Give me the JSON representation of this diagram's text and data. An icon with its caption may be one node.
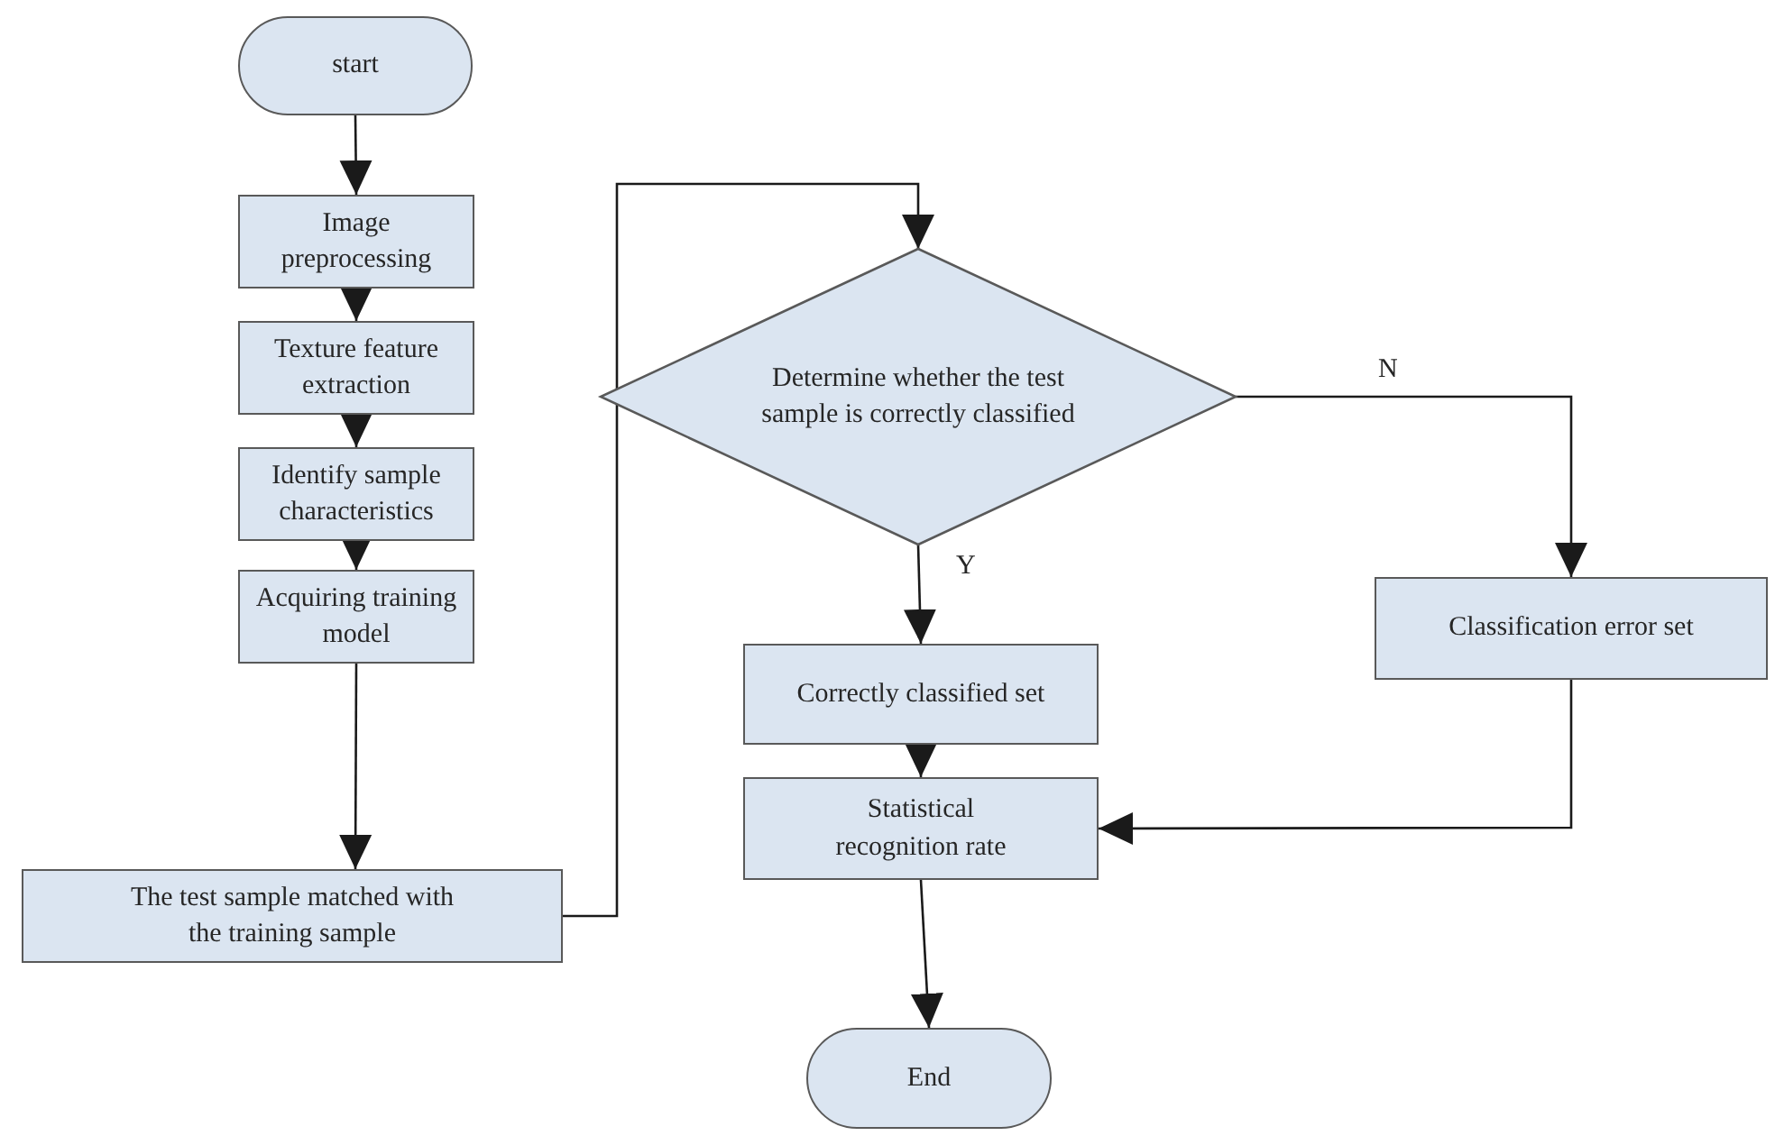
{
  "diagram": {
    "nodes": [
      {
        "text": [
          "start"
        ]
      },
      {
        "text": [
          "Image preprocessing"
        ]
      },
      {
        "text": [
          "Texture feature extraction"
        ]
      },
      {
        "text": [
          "Identify sample characteristics"
        ]
      },
      {
        "text": [
          "Acquiring training model"
        ]
      },
      {
        "text": [
          "The test sample matched with the training sample"
        ]
      },
      {
        "text": [
          "Determine whether the test sample is correctly classified"
        ]
      },
      {
        "text": [
          "Correctly classified set"
        ]
      },
      {
        "text": [
          "Classification error set"
        ]
      },
      {
        "text": [
          "Statistical recognition rate"
        ]
      },
      {
        "text": [
          "End"
        ]
      }
    ],
    "edges": [
      {
        "from": 0,
        "to": 1,
        "arrow": "to"
      },
      {
        "from": 1,
        "to": 2,
        "arrow": "to"
      },
      {
        "from": 2,
        "to": 3,
        "arrow": "to"
      },
      {
        "from": 3,
        "to": 4,
        "arrow": "to"
      },
      {
        "from": 4,
        "to": 5,
        "arrow": "to"
      },
      {
        "from": 5,
        "to": 6,
        "arrow": "to"
      },
      {
        "from": 6,
        "to": 7,
        "arrow": "to",
        "label": "Y"
      },
      {
        "from": 6,
        "to": 8,
        "arrow": "to",
        "label": "N"
      },
      {
        "from": 7,
        "to": 9,
        "arrow": "to"
      },
      {
        "from": 8,
        "to": 9,
        "arrow": "to"
      },
      {
        "from": 9,
        "to": 10,
        "arrow": "to"
      }
    ]
  }
}
